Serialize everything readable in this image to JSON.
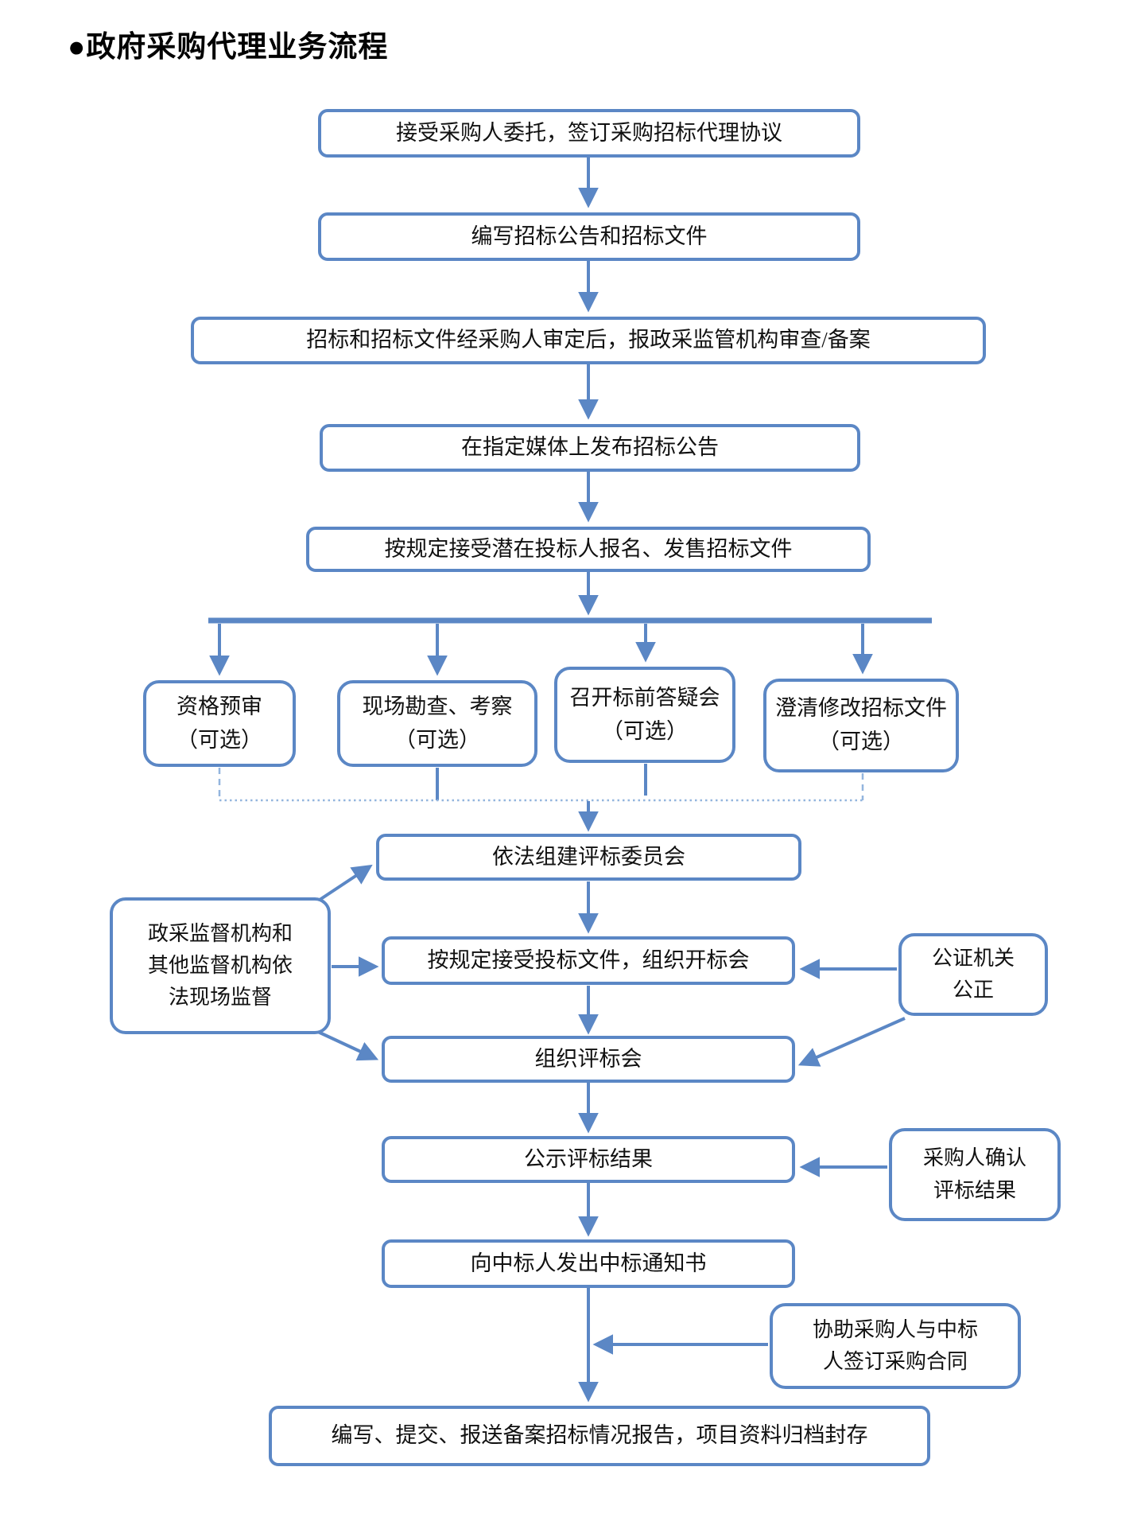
{
  "title": "●政府采购代理业务流程",
  "colors": {
    "accent": "#5b87c5",
    "accent_light": "#93b5de"
  },
  "flow": {
    "step1": "接受采购人委托，签订采购招标代理协议",
    "step2": "编写招标公告和招标文件",
    "step3": "招标和招标文件经采购人审定后，报政采监管机构审查/备案",
    "step4": "在指定媒体上发布招标公告",
    "step5": "按规定接受潜在投标人报名、发售招标文件",
    "optional1": "资格预审\n（可选）",
    "optional2": "现场勘查、考察\n（可选）",
    "optional3": "召开标前答疑会\n（可选）",
    "optional4": "澄清修改招标文件\n（可选）",
    "step6": "依法组建评标委员会",
    "step7": "按规定接受投标文件，组织开标会",
    "step8": "组织评标会",
    "step9": "公示评标结果",
    "step10": "向中标人发出中标通知书",
    "step11": "编写、提交、报送备案招标情况报告，项目资料归档封存",
    "side_supervision": "政采监督机构和\n其他监督机构依\n法现场监督",
    "side_notary": "公证机关\n公正",
    "side_confirm": "采购人确认\n评标结果",
    "side_contract": "协助采购人与中标\n人签订采购合同"
  }
}
